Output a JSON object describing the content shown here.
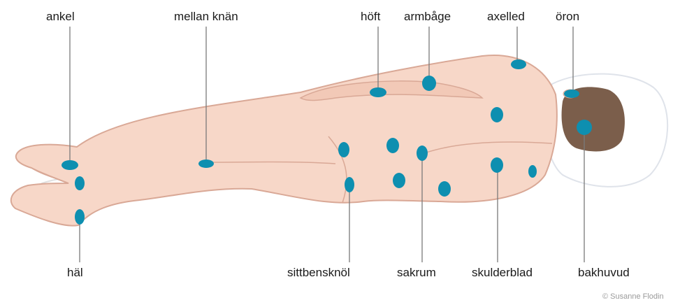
{
  "labels": {
    "ankel": "ankel",
    "mellan_knan": "mellan knän",
    "hoft": "höft",
    "armbage": "armbåge",
    "axelled": "axelled",
    "oron": "öron",
    "hal": "häl",
    "sittbensknol": "sittbensknöl",
    "sakrum": "sakrum",
    "skulderblad": "skulderblad",
    "bakhuvud": "bakhuvud"
  },
  "credit": "© Susanne Flodin",
  "colors": {
    "skin": "#f7d7c8",
    "skin_outline": "#d9a896",
    "hair": "#7b5e4b",
    "pillow": "#ffffff",
    "pillow_shadow": "#e6e8ec",
    "pressure_point": "#0e8fb0",
    "leader_line": "#7a7a7a"
  }
}
